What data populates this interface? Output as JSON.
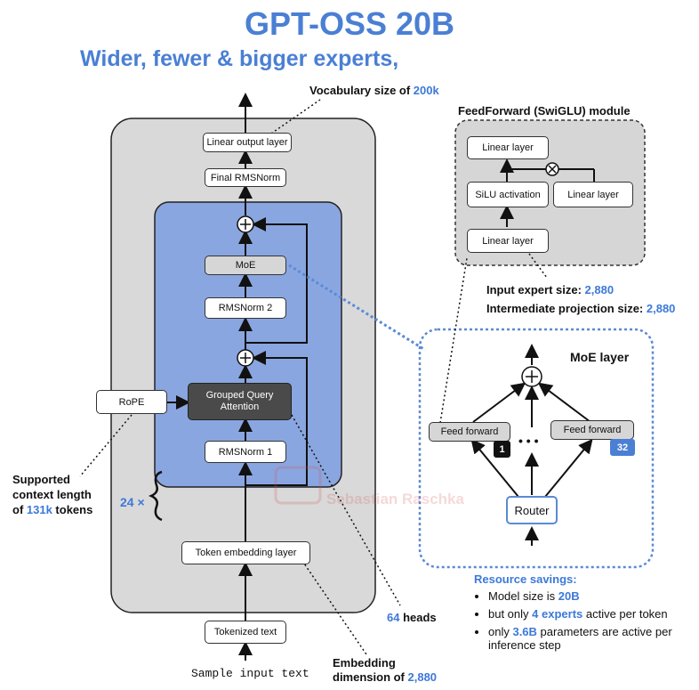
{
  "title": "GPT-OSS 20B",
  "subtitle": "Wider, fewer & bigger experts,",
  "vocab": {
    "text": "Vocabulary size of ",
    "value": "200k"
  },
  "main_stack": {
    "linear_output": "Linear output layer",
    "final_norm": "Final RMSNorm",
    "moe": "MoE",
    "rmsnorm2": "RMSNorm 2",
    "gqa": "Grouped Query Attention",
    "rmsnorm1": "RMSNorm 1",
    "rope": "RoPE",
    "token_embedding": "Token embedding layer",
    "tokenized_text": "Tokenized text",
    "sample_input": "Sample input text",
    "repeat": "24 ×"
  },
  "context": {
    "line1": "Supported",
    "line2": "context length",
    "line3_prefix": "of ",
    "value": "131k",
    "line3_suffix": " tokens"
  },
  "heads": {
    "value": "64",
    "text": " heads"
  },
  "embedding": {
    "line1": "Embedding",
    "line2_prefix": "dimension of ",
    "value": "2,880"
  },
  "feedforward": {
    "title": "FeedForward (SwiGLU) module",
    "linear_top": "Linear layer",
    "silu": "SiLU activation",
    "linear_right": "Linear layer",
    "linear_bottom": "Linear layer"
  },
  "expert_sizes": {
    "input_label": "Input expert size: ",
    "input_value": "2,880",
    "inter_label": "Intermediate projection size: ",
    "inter_value": "2,880"
  },
  "moe_layer": {
    "title": "MoE layer",
    "ff_left": "Feed forward",
    "ff_right": "Feed forward",
    "badge_left": "1",
    "badge_right": "32",
    "dots": "• • •",
    "router": "Router"
  },
  "savings": {
    "title": "Resource savings:",
    "item1_prefix": "Model size is ",
    "item1_value": "20B",
    "item2_prefix": "but only ",
    "item2_value": "4 experts",
    "item2_suffix": " active per token",
    "item3_prefix": "only ",
    "item3_value": "3.6B",
    "item3_suffix": " parameters are active per inference step"
  },
  "watermark": "Sebastian Raschka",
  "colors": {
    "accent": "#4a7fd4",
    "inner_block": "#8aa6e0",
    "outer_panel": "#d9d9d9",
    "dark_box": "#4a4a4a"
  }
}
